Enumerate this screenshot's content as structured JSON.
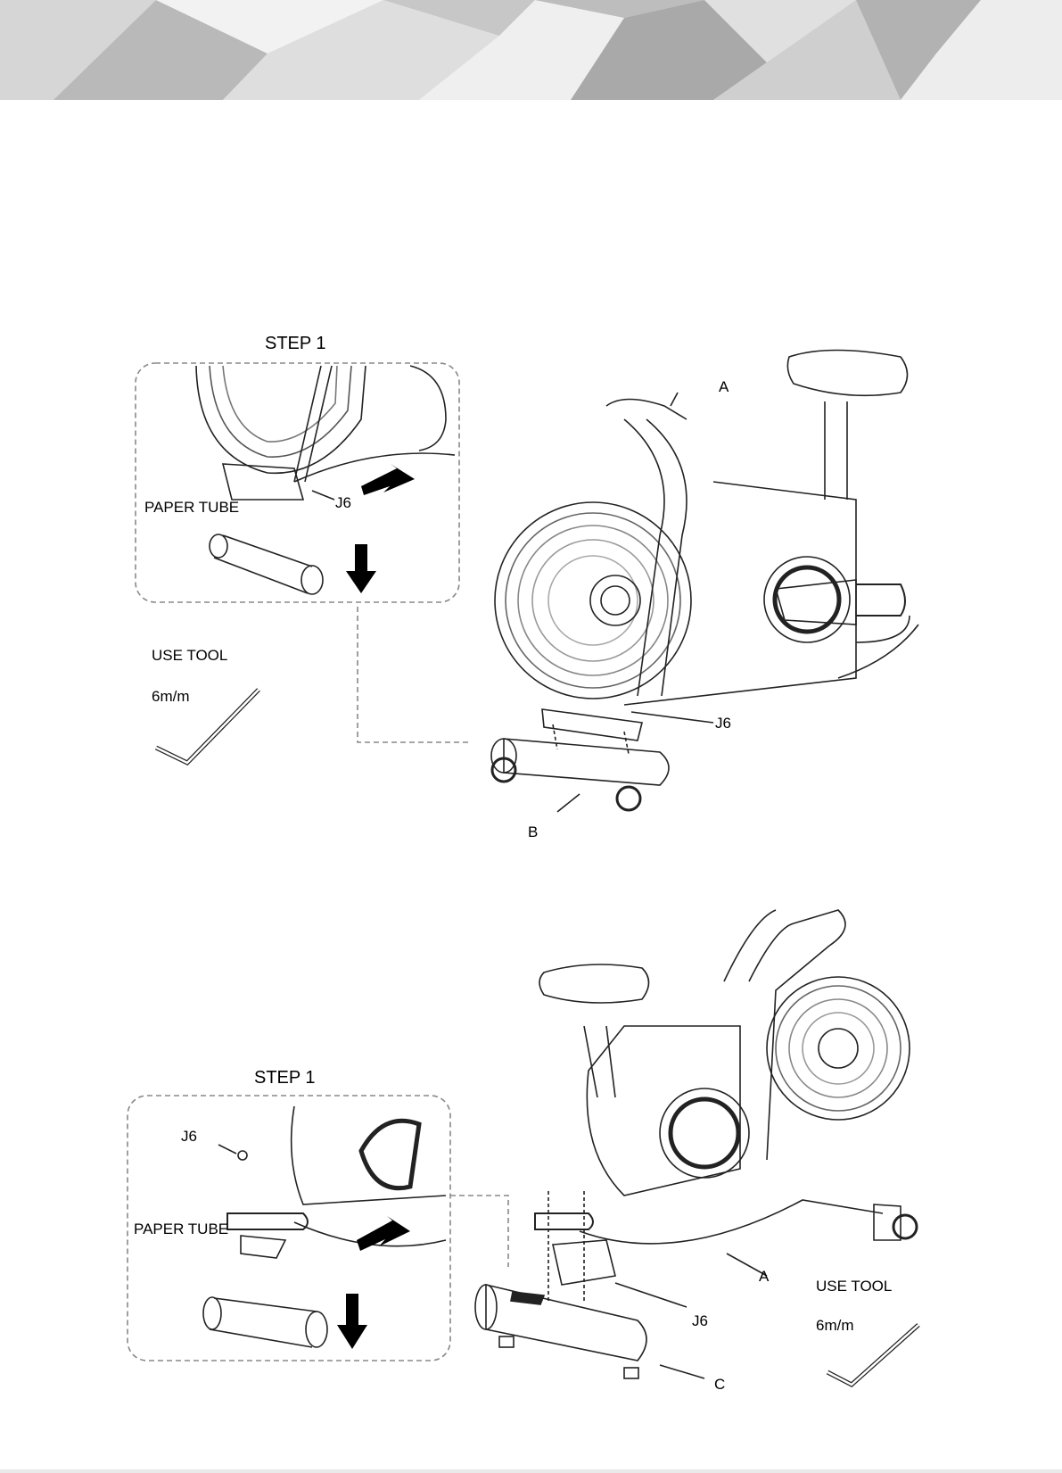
{
  "figure1": {
    "step_title": "STEP 1",
    "paper_tube": "PAPER TUBE",
    "use_tool": "USE TOOL",
    "tool_size": "6m/m",
    "part_a": "A",
    "part_b": "B",
    "bolt_inset": "J6",
    "bolt_main": "J6"
  },
  "figure2": {
    "step_title": "STEP 1",
    "paper_tube": "PAPER TUBE",
    "use_tool": "USE TOOL",
    "tool_size": "6m/m",
    "part_a": "A",
    "part_c": "C",
    "bolt_inset": "J6",
    "bolt_main": "J6"
  }
}
